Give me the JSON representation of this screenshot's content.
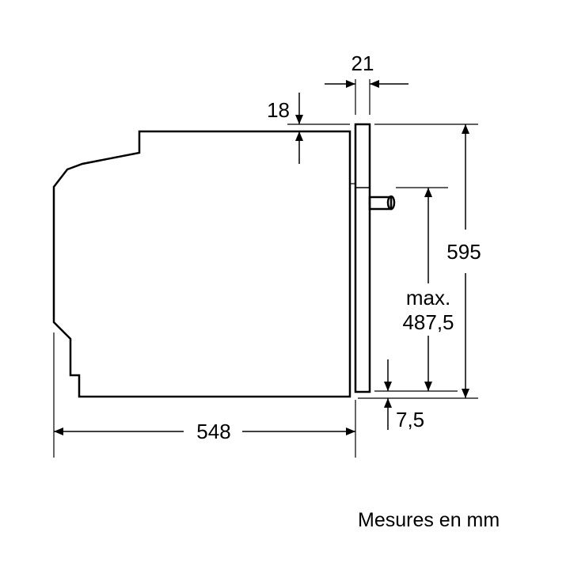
{
  "dimensions": {
    "depth": "548",
    "panel_thickness": "21",
    "top_offset": "18",
    "total_height": "595",
    "max_label": "max.",
    "max_height": "487,5",
    "bottom_offset": "7,5"
  },
  "caption": "Mesures en mm",
  "colors": {
    "line": "#000000",
    "background": "#ffffff"
  }
}
